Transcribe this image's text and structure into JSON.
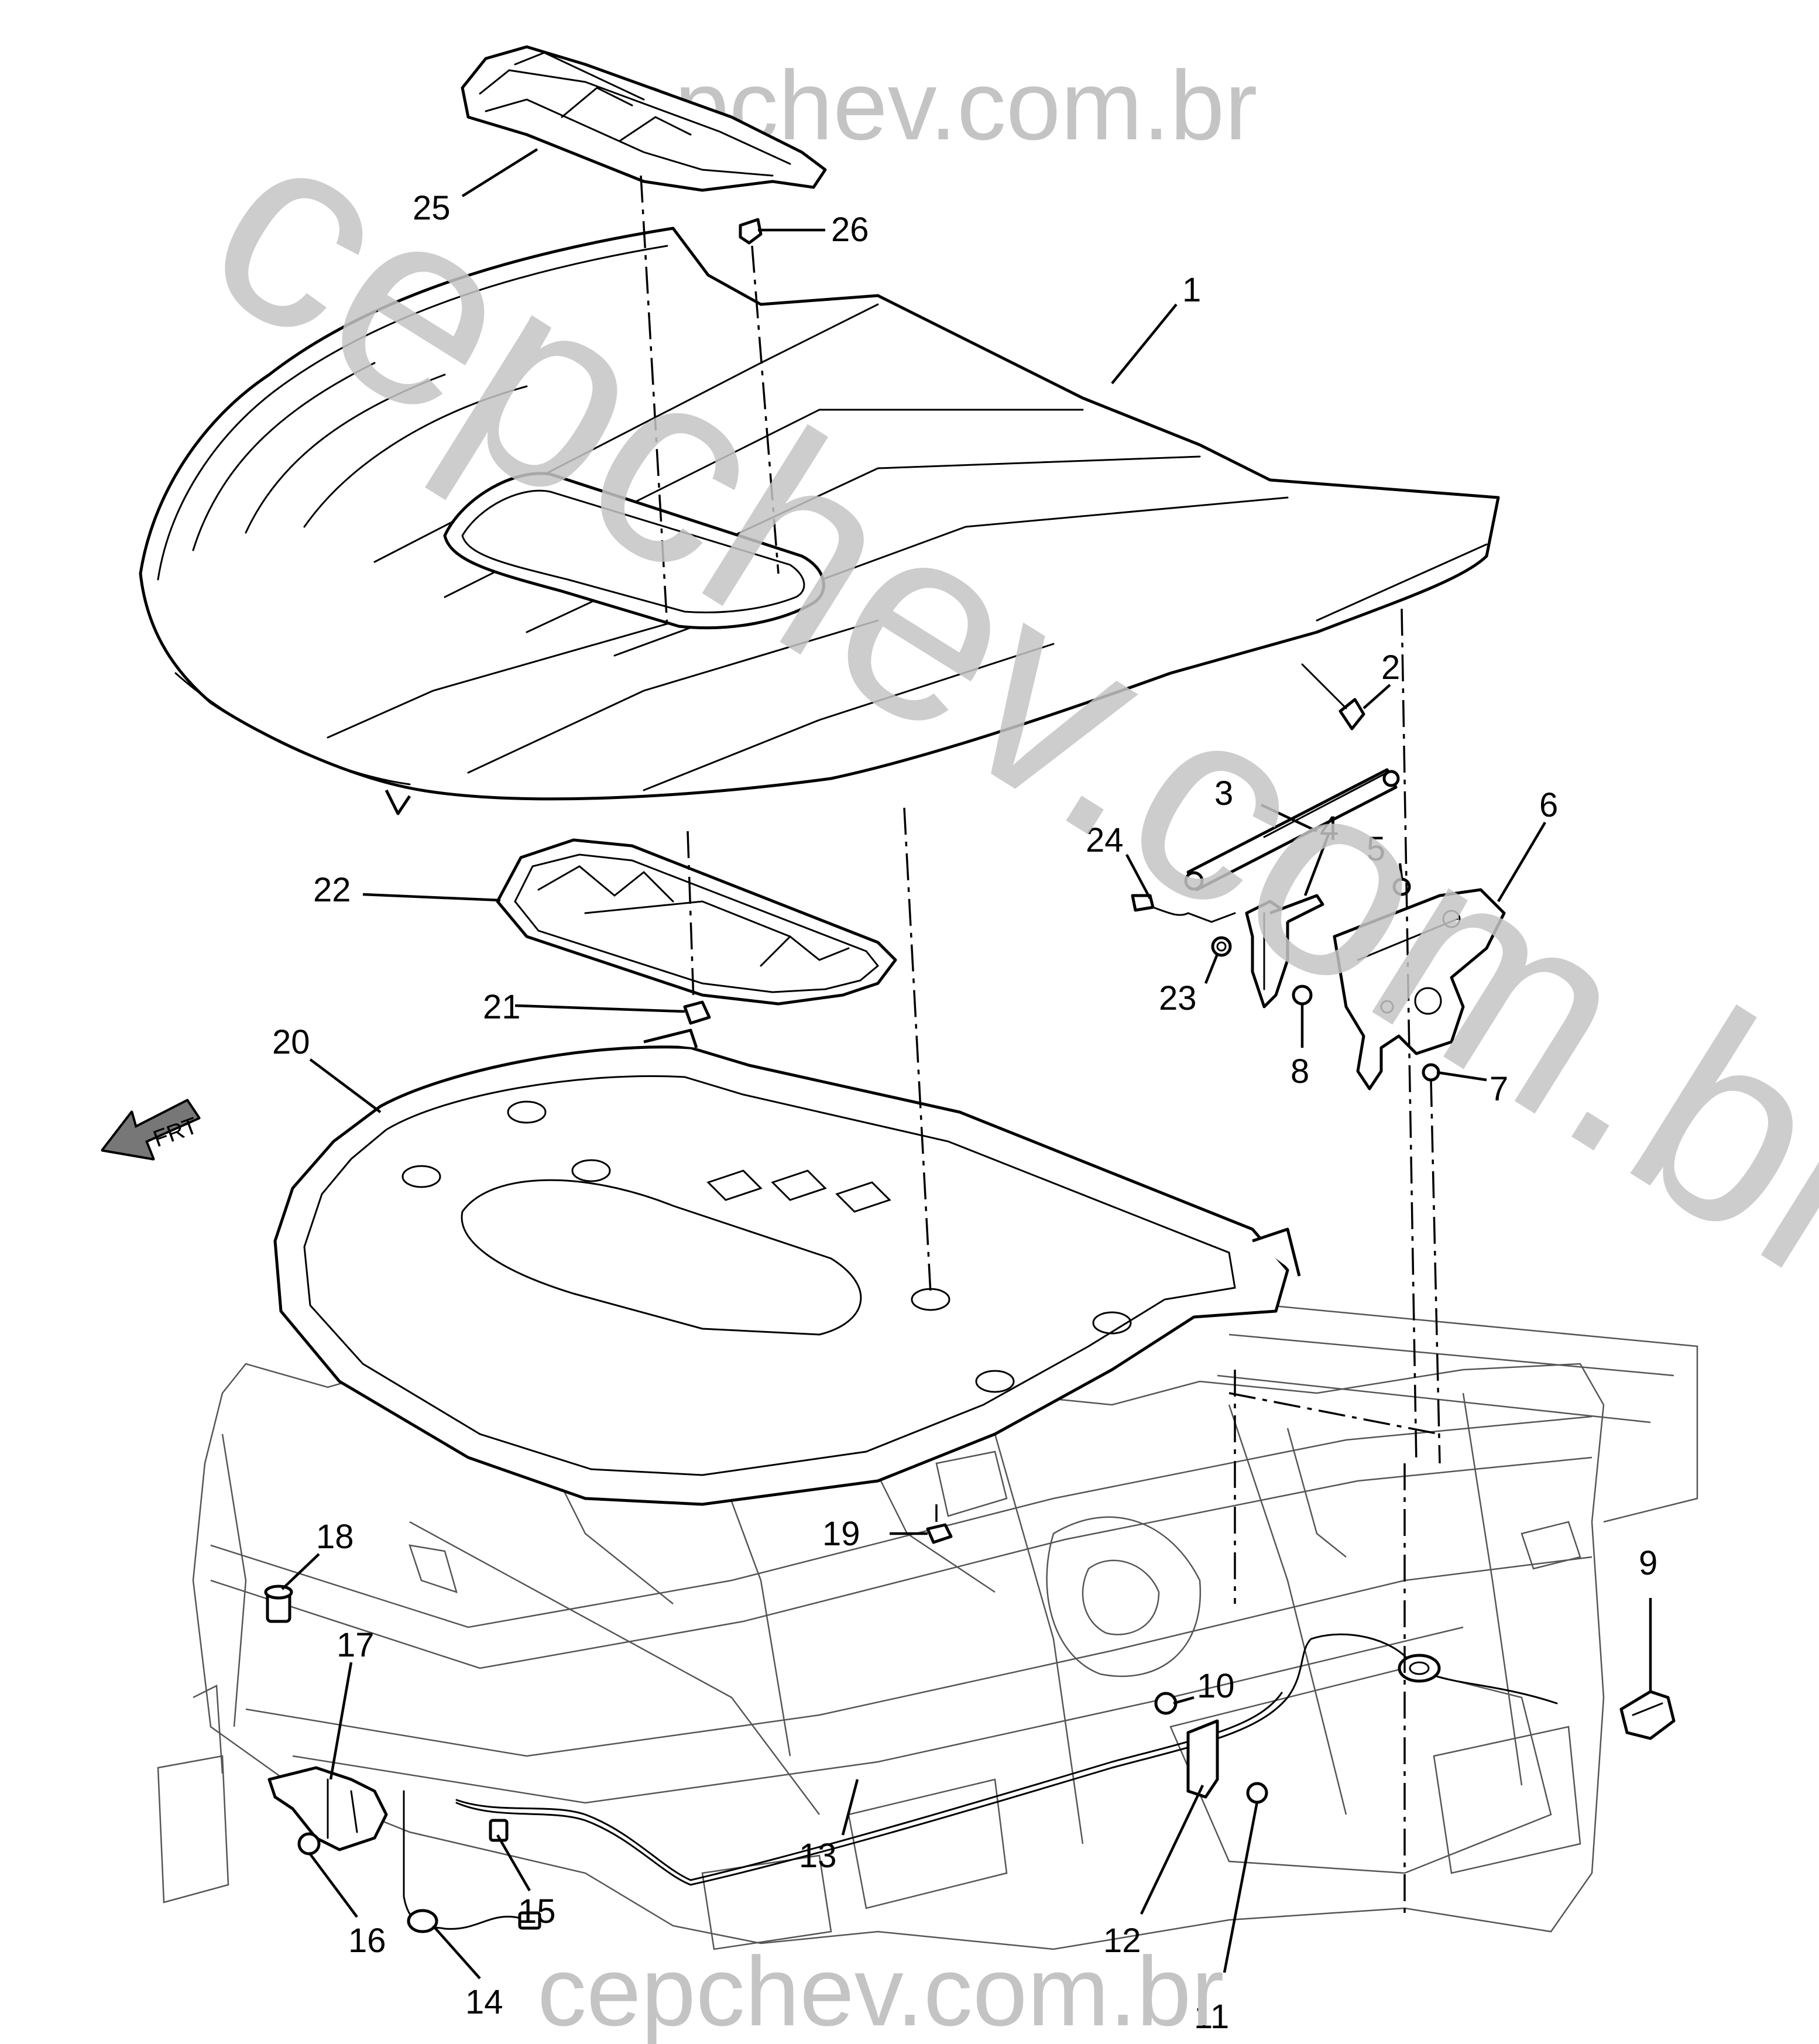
{
  "watermarks": {
    "top": "cepchev.com.br",
    "bottom": "cepchev.com.br",
    "diagonal": "cepchev.com.br"
  },
  "direction_label": "FRT",
  "callouts": [
    {
      "id": "1",
      "label": "1"
    },
    {
      "id": "2",
      "label": "2"
    },
    {
      "id": "3",
      "label": "3"
    },
    {
      "id": "4",
      "label": "4"
    },
    {
      "id": "5",
      "label": "5"
    },
    {
      "id": "6",
      "label": "6"
    },
    {
      "id": "7",
      "label": "7"
    },
    {
      "id": "8",
      "label": "8"
    },
    {
      "id": "9",
      "label": "9"
    },
    {
      "id": "10",
      "label": "10"
    },
    {
      "id": "11",
      "label": "11"
    },
    {
      "id": "12",
      "label": "12"
    },
    {
      "id": "13",
      "label": "13"
    },
    {
      "id": "14",
      "label": "14"
    },
    {
      "id": "15",
      "label": "15"
    },
    {
      "id": "16",
      "label": "16"
    },
    {
      "id": "17",
      "label": "17"
    },
    {
      "id": "18",
      "label": "18"
    },
    {
      "id": "19",
      "label": "19"
    },
    {
      "id": "20",
      "label": "20"
    },
    {
      "id": "21",
      "label": "21"
    },
    {
      "id": "22",
      "label": "22"
    },
    {
      "id": "23",
      "label": "23"
    },
    {
      "id": "24",
      "label": "24"
    },
    {
      "id": "25",
      "label": "25"
    },
    {
      "id": "26",
      "label": "26"
    }
  ]
}
